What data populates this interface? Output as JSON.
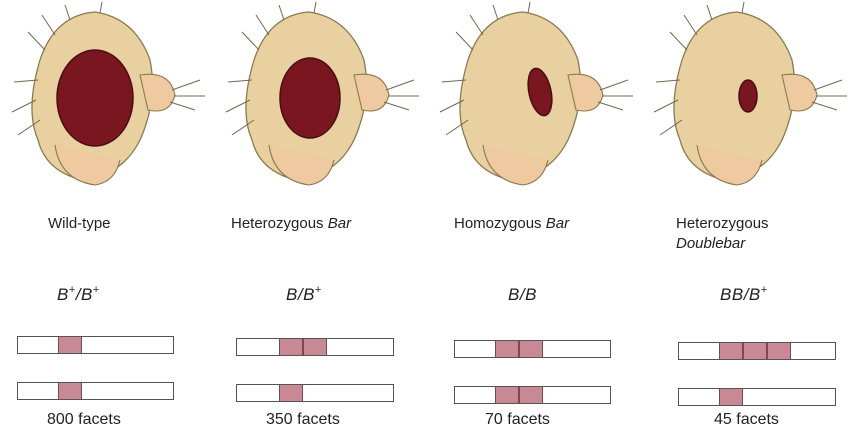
{
  "panels": [
    {
      "name": "Wild-type",
      "name_italic": "",
      "name_line2": "",
      "genotype": {
        "a": "B",
        "a_sup": "+",
        "sep": "/",
        "b": "B",
        "b_sup": "+"
      },
      "facets": "800 facets",
      "eye_color": "#7a1620",
      "eye_size": "large",
      "top_chromosome_segments": 1,
      "bottom_chromosome_segments": 1
    },
    {
      "name": "Heterozygous ",
      "name_italic": "Bar",
      "name_line2": "",
      "genotype": {
        "a": "B",
        "a_sup": "",
        "sep": "/",
        "b": "B",
        "b_sup": "+"
      },
      "facets": "350 facets",
      "eye_color": "#7a1620",
      "eye_size": "medium",
      "top_chromosome_segments": 2,
      "bottom_chromosome_segments": 1
    },
    {
      "name": "Homozygous ",
      "name_italic": "Bar",
      "name_line2": "",
      "genotype": {
        "a": "B",
        "a_sup": "",
        "sep": "/",
        "b": "B",
        "b_sup": ""
      },
      "facets": "70 facets",
      "eye_color": "#7a1620",
      "eye_size": "small",
      "top_chromosome_segments": 2,
      "bottom_chromosome_segments": 2
    },
    {
      "name": "Heterozygous",
      "name_italic": "",
      "name_line2": "Doublebar",
      "genotype": {
        "a": "BB",
        "a_sup": "",
        "sep": "/",
        "b": "B",
        "b_sup": "+"
      },
      "facets": "45 facets",
      "eye_color": "#7a1620",
      "eye_size": "tiny",
      "top_chromosome_segments": 3,
      "bottom_chromosome_segments": 1
    }
  ],
  "colors": {
    "head_fill": "#e8d0a0",
    "head_stroke": "#8a7a50",
    "segment": "#c98994"
  },
  "icons": [
    "fly-head-icon"
  ]
}
